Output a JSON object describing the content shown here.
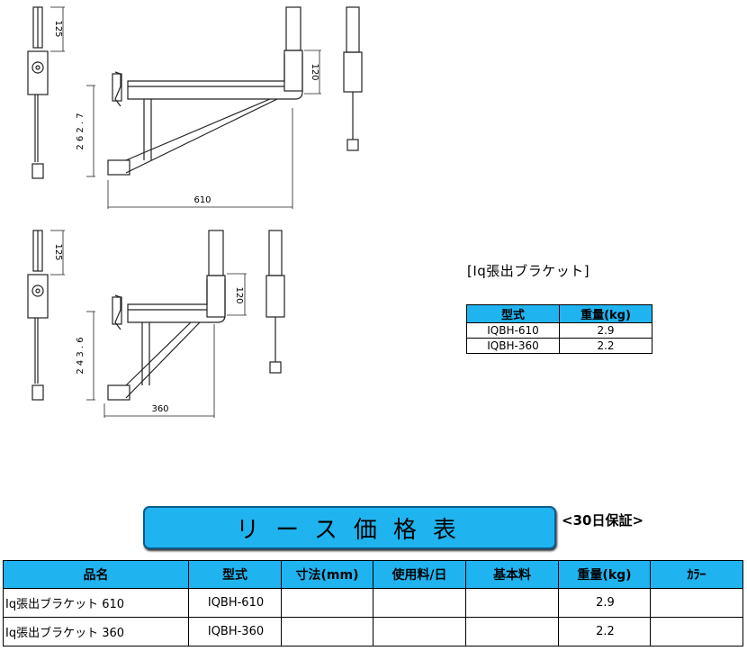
{
  "drawings": {
    "bracket_610": {
      "dim_post_top": "125",
      "dim_offset": "120",
      "dim_height": "2 6 2 . 7",
      "dim_width": "610"
    },
    "bracket_360": {
      "dim_post_top": "125",
      "dim_offset": "120",
      "dim_height": "2 4 3 . 6",
      "dim_width": "360"
    }
  },
  "product_title": "[Iq張出ブラケット]",
  "spec_table": {
    "headers": [
      "型式",
      "重量(kg)"
    ],
    "rows": [
      [
        "IQBH-610",
        "2.9"
      ],
      [
        "IQBH-360",
        "2.2"
      ]
    ]
  },
  "banner": "リース価格表",
  "guarantee": "<30日保証>",
  "price_table": {
    "headers": [
      "品名",
      "型式",
      "寸法(mm)",
      "使用料/日",
      "基本料",
      "重量(kg)",
      "ｶﾗｰ"
    ],
    "rows": [
      [
        "Iq張出ブラケット 610",
        "IQBH-610",
        "",
        "",
        "",
        "2.9",
        ""
      ],
      [
        "Iq張出ブラケット 360",
        "IQBH-360",
        "",
        "",
        "",
        "2.2",
        ""
      ]
    ]
  }
}
